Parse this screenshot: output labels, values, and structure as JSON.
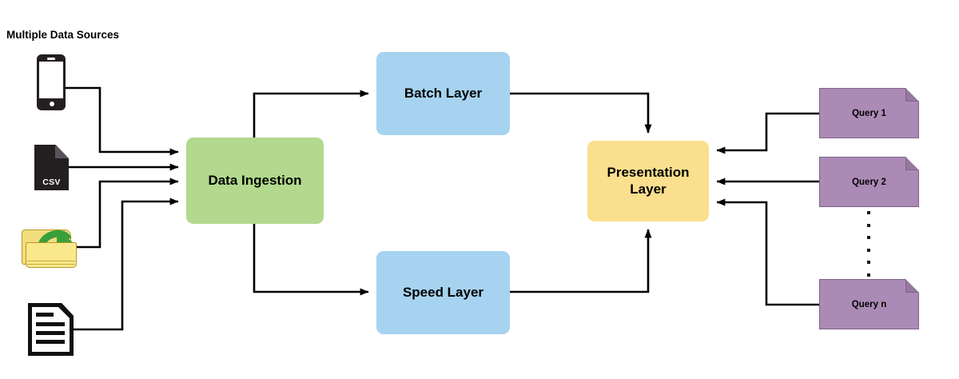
{
  "diagram": {
    "title": "Multiple Data Sources",
    "type": "lambda-architecture-flow"
  },
  "sources": [
    {
      "id": "phone",
      "icon": "mobile-phone-icon",
      "label": ""
    },
    {
      "id": "csv",
      "icon": "csv-file-icon",
      "label": "CSV"
    },
    {
      "id": "folder",
      "icon": "folder-import-icon",
      "label": ""
    },
    {
      "id": "doc",
      "icon": "document-icon",
      "label": ""
    }
  ],
  "nodes": {
    "ingestion": {
      "label": "Data Ingestion",
      "color": "#b2d98e"
    },
    "batch": {
      "label": "Batch Layer",
      "color": "#a6d3ef"
    },
    "speed": {
      "label": "Speed Layer",
      "color": "#a6d3ef"
    },
    "presentation": {
      "label": "Presentation\nLayer",
      "line1": "Presentation",
      "line2": "Layer",
      "color": "#fadf8e"
    }
  },
  "queries": [
    {
      "label": "Query 1",
      "color": "#ab8bb5"
    },
    {
      "label": "Query 2",
      "color": "#ab8bb5"
    },
    {
      "label": "Query n",
      "color": "#ab8bb5"
    }
  ],
  "ellipsis_dots": 6,
  "edges": [
    {
      "from": "phone",
      "to": "ingestion",
      "arrow": true
    },
    {
      "from": "csv",
      "to": "ingestion",
      "arrow": true
    },
    {
      "from": "folder",
      "to": "ingestion",
      "arrow": true
    },
    {
      "from": "doc",
      "to": "ingestion",
      "arrow": true
    },
    {
      "from": "ingestion",
      "to": "batch",
      "arrow": true
    },
    {
      "from": "ingestion",
      "to": "speed",
      "arrow": true
    },
    {
      "from": "batch",
      "to": "presentation",
      "arrow": true
    },
    {
      "from": "speed",
      "to": "presentation",
      "arrow": true
    },
    {
      "from": "Query 1",
      "to": "presentation",
      "arrow": true
    },
    {
      "from": "Query 2",
      "to": "presentation",
      "arrow": true
    },
    {
      "from": "Query n",
      "to": "presentation",
      "arrow": true
    }
  ],
  "style": {
    "line_color": "#000000",
    "background": "#ffffff"
  }
}
